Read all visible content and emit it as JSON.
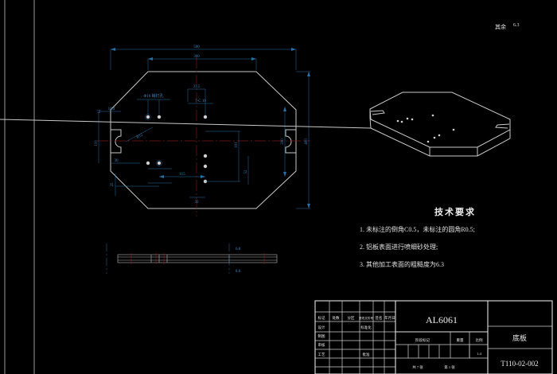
{
  "drawing": {
    "surface_note": "其余",
    "surface_value": "6.3",
    "part_material": "AL6061",
    "part_name": "底板",
    "part_number": "T110-02-002"
  },
  "main_view": {
    "name": "octagonal-base-plate-top-view",
    "dimensions": {
      "overall_width": "500",
      "top_flat_width": "300",
      "overall_height": "400",
      "right_inner_height": "200",
      "left_slot_offset": "12",
      "left_dim_a": "10.4",
      "left_dim_b": "110",
      "left_dim_c": "30",
      "left_dim_d": "25",
      "center_dim_115": "115",
      "center_dim_top": "33.5",
      "center_dim_bottom": "32",
      "right_dim_52": "52",
      "right_dim_101": "101",
      "radius_callout": "R12",
      "hole_callout_pin": "Φ10 销钉孔",
      "hole_callout_group": "7-C 10"
    }
  },
  "section_view": {
    "name": "plate-thickness-section",
    "thickness_top": "6.8",
    "thickness_bottom": "8.0"
  },
  "iso_view": {
    "name": "isometric-base-plate"
  },
  "tech_req": {
    "title": "技术要求",
    "items": [
      "1. 未标注的倒角C0.5，未标注的圆角R0.5;",
      "2. 铝板表面进行喷细砂处理;",
      "3. 其他加工表面的粗糙度为6.3"
    ]
  },
  "title_block": {
    "rev_headers": [
      "标记",
      "处数",
      "分区",
      "更改文件号",
      "签名",
      "年月日"
    ],
    "role_rows": [
      "设计",
      "制图",
      "审核",
      "工艺"
    ],
    "role_right": [
      "标准化",
      "批准"
    ],
    "stage_label": "阶段标记",
    "weight_label": "重量",
    "scale_label": "比例",
    "scale_value": "1:4",
    "sheet_total": "共 7 张",
    "sheet_index": "第 1 张"
  }
}
